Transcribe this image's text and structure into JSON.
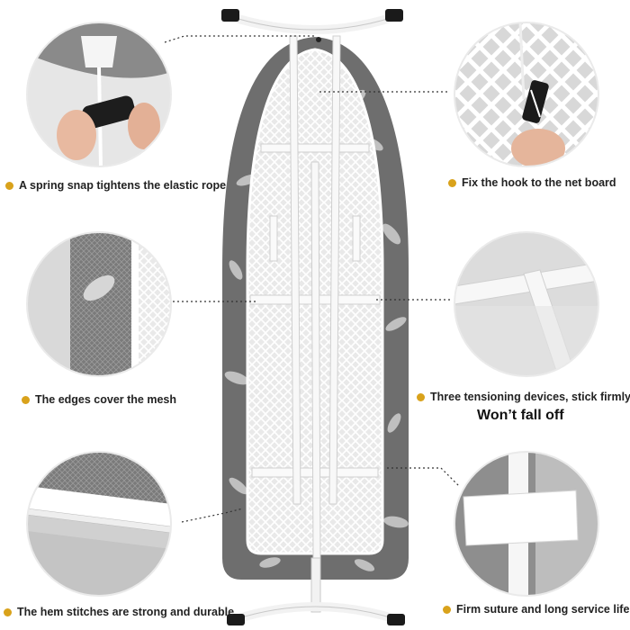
{
  "features": [
    {
      "id": "spring-snap",
      "text": "A spring snap tightens the elastic rope"
    },
    {
      "id": "hook",
      "text": "Fix the hook to the net board"
    },
    {
      "id": "edges",
      "text": "The edges cover the mesh"
    },
    {
      "id": "tensioning",
      "text": "Three tensioning devices, stick firmly"
    },
    {
      "id": "hem",
      "text": "The hem stitches are strong and durable"
    },
    {
      "id": "suture",
      "text": "Firm suture and long service life"
    }
  ],
  "emphasis": "Won’t fall off",
  "colors": {
    "bullet": "#d9a21b",
    "fabric": "#6e6e6e",
    "frame": "#f4f4f4",
    "leader": "#333333"
  }
}
